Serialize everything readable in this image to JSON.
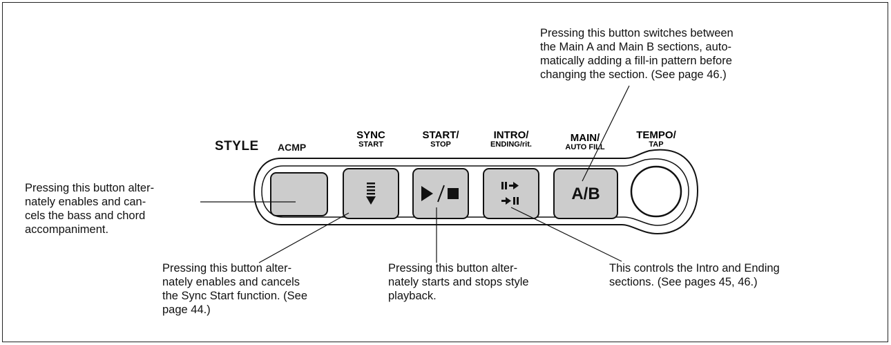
{
  "panel": {
    "group_label": "STYLE",
    "buttons": [
      {
        "id": "acmp",
        "label_line1": "ACMP",
        "label_line2": "",
        "glyph": ""
      },
      {
        "id": "sync-start",
        "label_line1": "SYNC",
        "label_line2": "START",
        "glyph": "sync-start-icon"
      },
      {
        "id": "start-stop",
        "label_line1": "START/",
        "label_line2": "STOP",
        "glyph": "play-stop-icon"
      },
      {
        "id": "intro-ending",
        "label_line1": "INTRO/",
        "label_line2": "ENDING/rit.",
        "glyph": "intro-ending-icon"
      },
      {
        "id": "main-autofill",
        "label_line1": "MAIN/",
        "label_line2": "AUTO FILL",
        "glyph_text": "A/B"
      },
      {
        "id": "tempo-tap",
        "label_line1": "TEMPO/",
        "label_line2": "TAP",
        "glyph": ""
      }
    ],
    "colors": {
      "button_fill": "#cccccc",
      "outline": "#111111",
      "panel_fill": "#ffffff"
    }
  },
  "notes": {
    "main_ab": [
      "Pressing this button switches between",
      "the Main A and Main B sections, auto-",
      "matically adding a fill-in pattern before",
      "changing the section. (See page 46.)"
    ],
    "acmp": [
      "Pressing this button alter-",
      "nately enables and can-",
      "cels the bass and chord",
      "accompaniment."
    ],
    "sync_start": [
      "Pressing this button alter-",
      "nately enables and cancels",
      "the Sync Start function. (See",
      "page 44.)"
    ],
    "start_stop": [
      "Pressing this button alter-",
      "nately starts and stops style",
      "playback."
    ],
    "intro_ending": [
      "This controls the Intro and Ending",
      "sections. (See pages 45, 46.)"
    ]
  }
}
